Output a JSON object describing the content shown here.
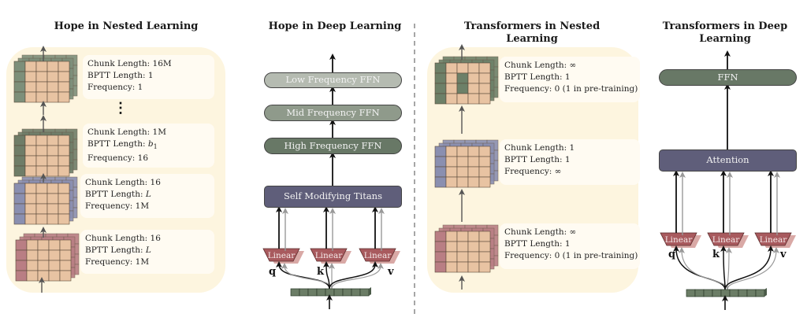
{
  "sections": {
    "hope_nested": {
      "title": "Hope in Nested Learning",
      "levels": [
        {
          "chunk": "Chunk Length: 16M",
          "bptt": "BPTT Length: 1",
          "freq": "Frequency: 1",
          "edge_color": "#7d8f7a"
        },
        {
          "chunk": "Chunk Length: 1M",
          "bptt_prefix": "BPTT Length: ",
          "bptt_var": "b",
          "bptt_sub": "1",
          "freq": "Frequency: 16",
          "edge_color": "#6f7d68"
        },
        {
          "chunk": "Chunk Length: 16",
          "bptt_prefix": "BPTT Length: ",
          "bptt_var": "L",
          "freq": "Frequency: 1M",
          "edge_color": "#8a8fb0"
        },
        {
          "chunk": "Chunk Length: 16",
          "bptt_prefix": "BPTT Length: ",
          "bptt_var": "L",
          "freq": "Frequency: 1M",
          "edge_color": "#b97e84"
        }
      ],
      "ellipsis": "⋮"
    },
    "hope_deep": {
      "title": "Hope in Deep Learning",
      "blocks": [
        {
          "label": "Low Frequency FFN",
          "color": "#b5bbb1"
        },
        {
          "label": "Mid Frequency FFN",
          "color": "#8f9a8b"
        },
        {
          "label": "High Frequency FFN",
          "color": "#687866"
        },
        {
          "label": "Self Modifying Titans",
          "color": "#5f5e7a"
        }
      ],
      "linear_label": "Linear",
      "inputs": [
        "q",
        "k",
        "v"
      ]
    },
    "transformers_nested": {
      "title": "Transformers in Nested Learning",
      "levels": [
        {
          "chunk": "Chunk Length: ∞",
          "bptt": "BPTT Length: 1",
          "freq": "Frequency: 0 (1 in pre-training)",
          "edge_color": "#6d8068"
        },
        {
          "chunk": "Chunk Length: 1",
          "bptt": "BPTT Length: 1",
          "freq": "Frequency: ∞",
          "edge_color": "#8a8fb0"
        },
        {
          "chunk": "Chunk Length: ∞",
          "bptt": "BPTT Length: 1",
          "freq": "Frequency: 0 (1 in pre-training)",
          "edge_color": "#b97e84"
        }
      ]
    },
    "transformers_deep": {
      "title_line1": "Transformers in Deep",
      "title_line2": "Learning",
      "blocks": [
        {
          "label": "FFN",
          "color": "#687866"
        },
        {
          "label": "Attention",
          "color": "#5f5e7a"
        }
      ],
      "linear_label": "Linear",
      "inputs": [
        "q",
        "k",
        "v"
      ]
    }
  },
  "colors": {
    "panel_bg": "#fdf5df",
    "card_bg": "#fffbf2",
    "cube_face": "#e8c3a2",
    "linear_fill": "#a85a5e",
    "linear_shadow": "#d9a9a6",
    "token_fill": "#6b7d66"
  }
}
